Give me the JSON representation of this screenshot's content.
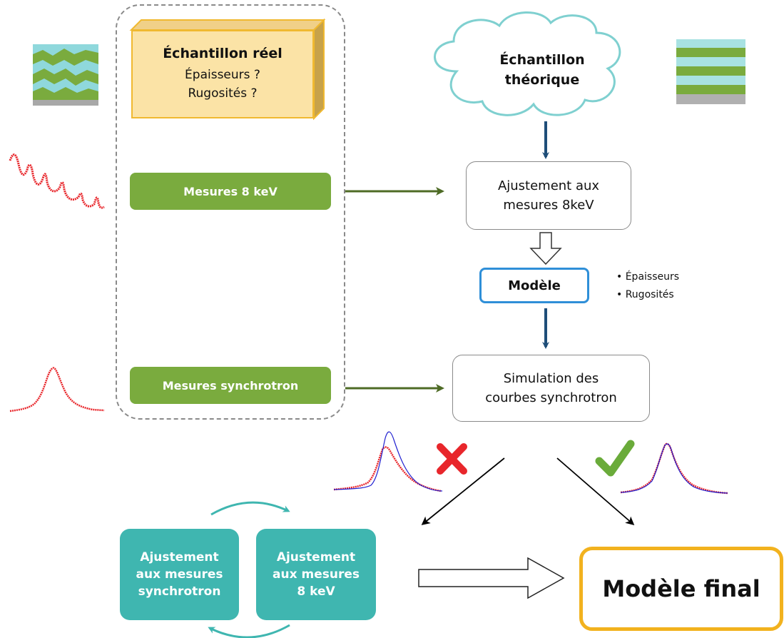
{
  "real_sample": {
    "title": "Échantillon réel",
    "line1": "Épaisseurs ?",
    "line2": "Rugosités ?"
  },
  "measure_8kev": "Mesures 8 keV",
  "measure_sync": "Mesures synchrotron",
  "theoretical_sample": {
    "line1": "Échantillon",
    "line2": "théorique"
  },
  "fit_8kev": {
    "line1": "Ajustement aux",
    "line2": "mesures 8keV"
  },
  "model": "Modèle",
  "model_bullets": [
    "• Épaisseurs",
    "• Rugosités"
  ],
  "simulation": {
    "line1": "Simulation des",
    "line2": "courbes synchrotron"
  },
  "fit_sync_teal": {
    "line1": "Ajustement",
    "line2": "aux mesures",
    "line3": "synchrotron"
  },
  "fit_8kev_teal": {
    "line1": "Ajustement",
    "line2": "aux mesures",
    "line3": "8 keV"
  },
  "final_model": "Modèle final",
  "colors": {
    "green": "#7aab3e",
    "teal": "#3fb6b0",
    "blue_box": "#2f8fd8",
    "gold": "#f2b21e",
    "cloud": "#7fd0d0",
    "arrow_blue": "#1f4e79",
    "arrow_green": "#4e6b25",
    "reject": "#e8262b",
    "accept": "#6aab3a"
  },
  "icons": {
    "reject": "cross-icon",
    "accept": "checkmark-icon"
  }
}
